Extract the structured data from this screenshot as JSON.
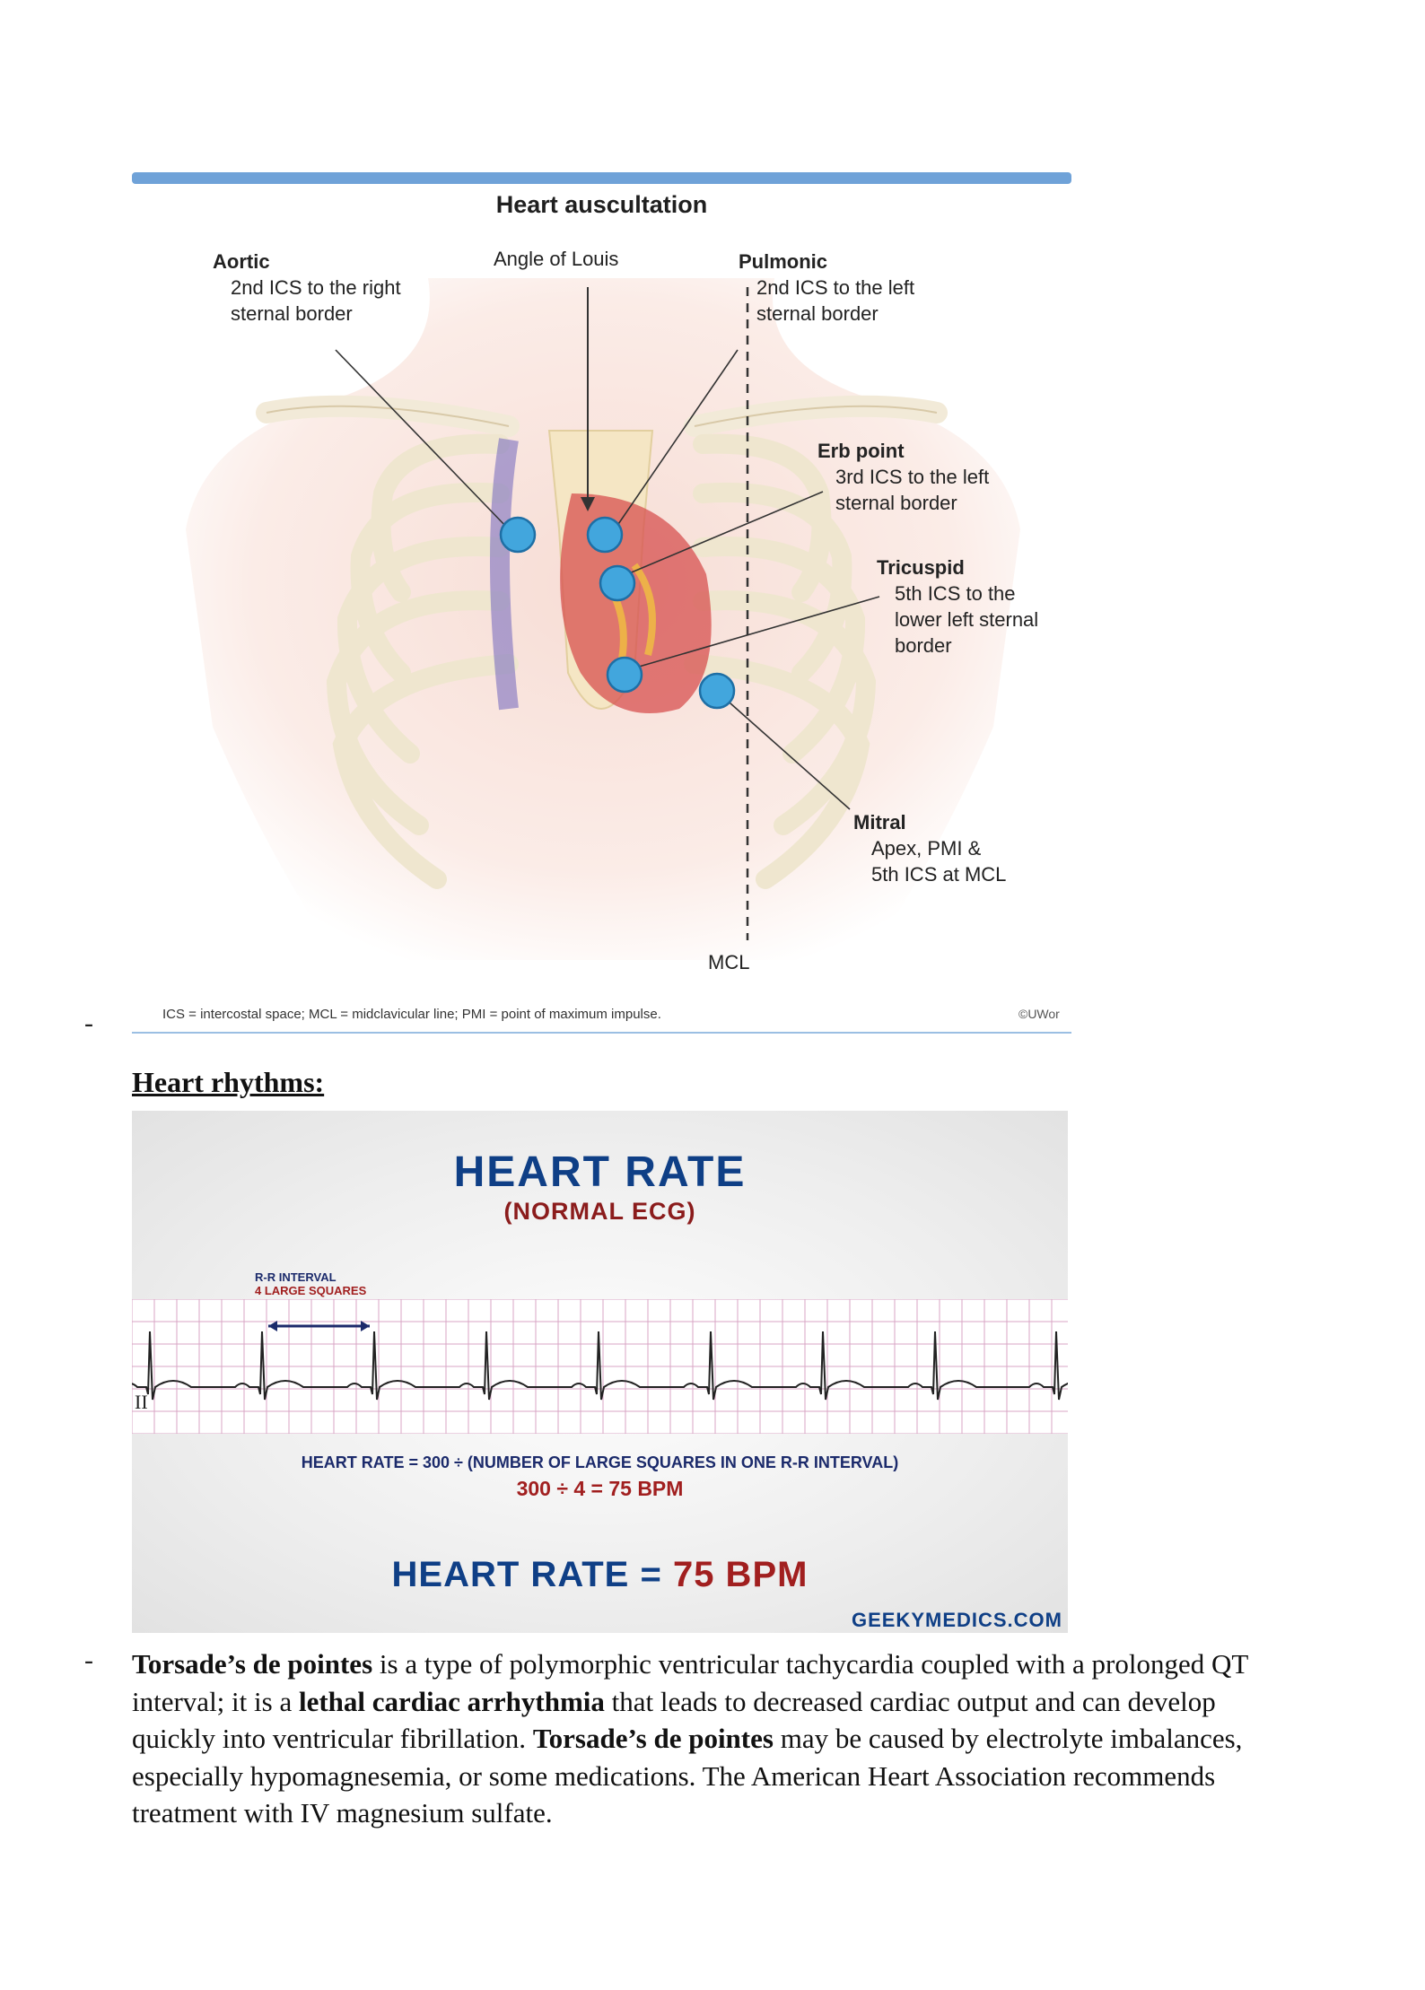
{
  "bullets": [
    "-",
    "-"
  ],
  "auscultation": {
    "title": "Heart auscultation",
    "aortic": {
      "name": "Aortic",
      "line1": "2nd ICS to the right",
      "line2": "sternal border"
    },
    "angle": "Angle of Louis",
    "pulmonic": {
      "name": "Pulmonic",
      "line1": "2nd ICS to the left",
      "line2": "sternal border"
    },
    "erb": {
      "name": "Erb point",
      "line1": "3rd ICS to the left",
      "line2": "sternal border"
    },
    "tricuspid": {
      "name": "Tricuspid",
      "line1": "5th ICS to the",
      "line2": "lower left sternal",
      "line3": "border"
    },
    "mitral": {
      "name": "Mitral",
      "line1": "Apex, PMI &",
      "line2": "5th ICS at MCL"
    },
    "mcl": "MCL",
    "footnote": "ICS = intercostal space; MCL = midclavicular line; PMI = point of maximum impulse.",
    "copyright": "©UWor"
  },
  "heading": "Heart rhythms:",
  "ecg": {
    "title": "HEART RATE",
    "subtitle": "(NORMAL ECG)",
    "rr_line1": "R-R INTERVAL",
    "rr_line2": "4 LARGE SQUARES",
    "lead": "II",
    "formula": "HEART RATE = 300 ÷ (NUMBER OF LARGE SQUARES IN ONE R-R INTERVAL)",
    "calc": "300 ÷ 4 = 75 BPM",
    "result_label": "HEART RATE =",
    "result_value": "75 BPM",
    "site": "GEEKYMEDICS.COM"
  },
  "paragraph": {
    "t1": "Torsade’s de pointes",
    "t2": " is a type of polymorphic ventricular tachycardia coupled with a prolonged QT interval; it is a ",
    "t3": "lethal cardiac arrhythmia",
    "t4": " that leads to decreased cardiac output and can develop quickly into ventricular fibrillation. ",
    "t5": "Torsade’s de pointes",
    "t6": " may be caused by electrolyte imbalances, especially hypomagnesemia, or some medications. The American Heart Association recommends treatment with IV magnesium sulfate."
  }
}
